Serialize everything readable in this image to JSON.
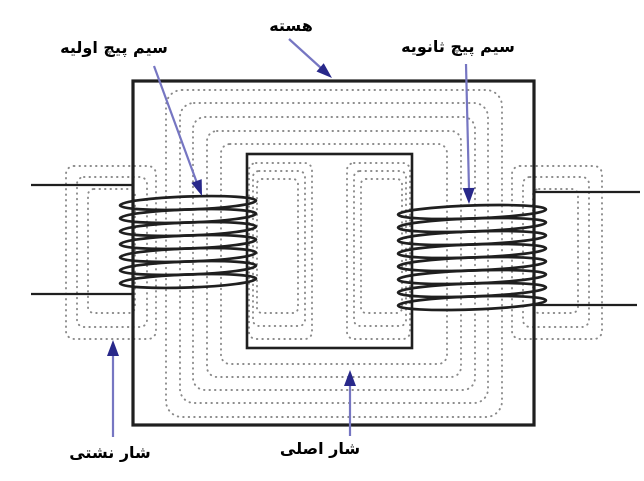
{
  "diagram": {
    "type": "transformer-core-and-flux-diagram",
    "primary_coil_turns": 7,
    "secondary_coil_turns": 8
  },
  "labels": {
    "core": "هسته",
    "primary_winding": "سیم پیچ اولیه",
    "secondary_winding": "سیم پیچ ثانویه",
    "leakage_flux": "شار نشتی",
    "main_flux": "شار اصلی"
  },
  "colors": {
    "line": "#1f1f1f",
    "flux_dots": "#8a8a8a",
    "arrow_shaft": "#7676c2",
    "arrow_head": "#28288a",
    "label_text": "#000000"
  }
}
